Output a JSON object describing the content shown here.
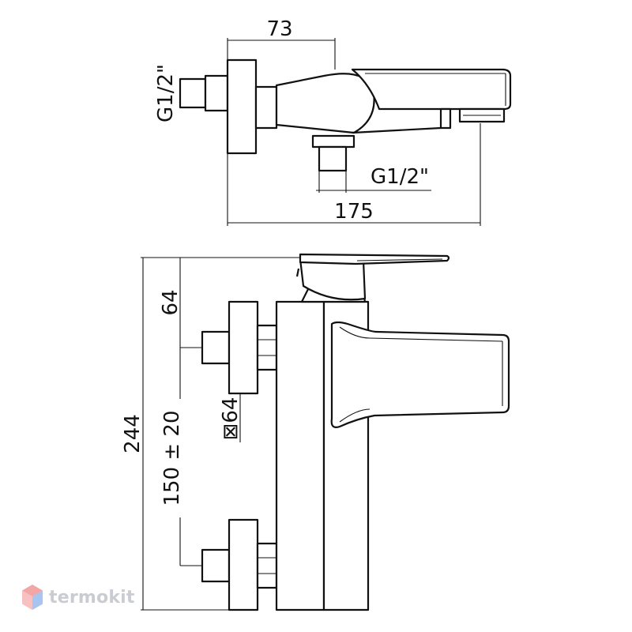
{
  "drawing": {
    "top_view": {
      "dim_top": "73",
      "dim_bottom": "175",
      "thread_left": "G1/2\"",
      "thread_right": "G1/2\""
    },
    "front_view": {
      "dim_total": "244",
      "dim_handle": "64",
      "dim_flange": "⊠64",
      "dim_centers": "150 ± 20"
    }
  },
  "watermark": {
    "text": "termokit",
    "icon": "hexagon-logo-icon",
    "colors": {
      "icon_top": "#f2a6a6",
      "icon_bottom": "#a8c4f0",
      "text": "#c9cdd3"
    }
  }
}
